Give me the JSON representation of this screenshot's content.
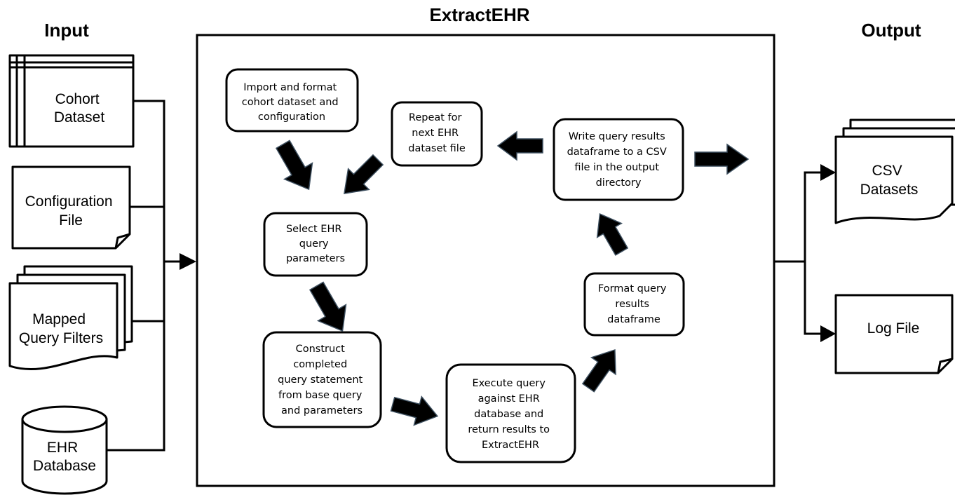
{
  "titles": {
    "input": "Input",
    "main": "ExtractEHR",
    "output": "Output"
  },
  "inputs": {
    "cohort_dataset": [
      "Cohort",
      "Dataset"
    ],
    "configuration_file": [
      "Configuration",
      "File"
    ],
    "mapped_query_filters": [
      "Mapped",
      "Query Filters"
    ],
    "ehr_database": [
      "EHR",
      "Database"
    ]
  },
  "steps": {
    "import": [
      "Import and format",
      "cohort dataset and",
      "configuration"
    ],
    "select": [
      "Select EHR",
      "query",
      "parameters"
    ],
    "construct": [
      "Construct",
      "completed",
      "query statement",
      "from base query",
      "and parameters"
    ],
    "execute": [
      "Execute query",
      "against EHR",
      "database and",
      "return results to",
      "ExtractEHR"
    ],
    "format": [
      "Format query",
      "results",
      "dataframe"
    ],
    "write": [
      "Write query results",
      "dataframe to a CSV",
      "file in the output",
      "directory"
    ],
    "repeat": [
      "Repeat for",
      "next EHR",
      "dataset file"
    ]
  },
  "outputs": {
    "csv_datasets": [
      "CSV",
      "Datasets"
    ],
    "log_file": [
      "Log File"
    ]
  },
  "colors": {
    "stroke": "#000000",
    "background": "#ffffff",
    "arrow_edge": "#3d4f5f"
  }
}
